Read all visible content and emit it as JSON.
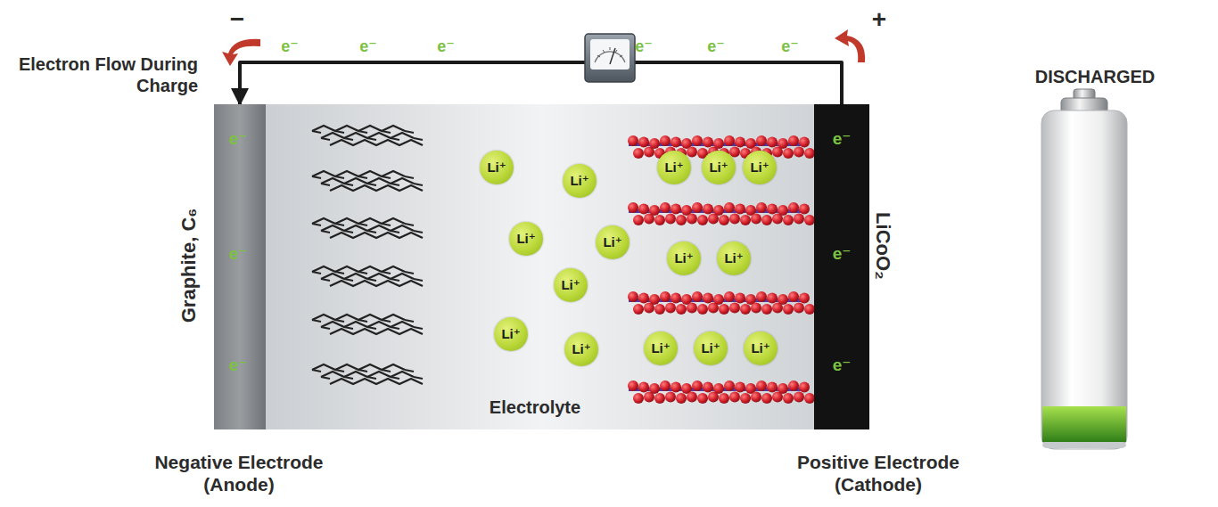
{
  "diagram": {
    "nodes": [
      {
        "text": [
          "Electrolyte"
        ]
      },
      {
        "text": [
          "e⁻",
          "e⁻",
          "e⁻"
        ],
        "in": 0
      },
      {
        "text": [
          "e⁻",
          "e⁻",
          "e⁻"
        ],
        "in": 0
      },
      {
        "text": [
          "Li⁺"
        ],
        "in": 0
      },
      {
        "text": [
          "Li⁺"
        ],
        "in": 0
      },
      {
        "text": [
          "Li⁺"
        ],
        "in": 0
      },
      {
        "text": [
          "Li⁺"
        ],
        "in": 0
      },
      {
        "text": [
          "Li⁺"
        ],
        "in": 0
      },
      {
        "text": [
          "Li⁺"
        ],
        "in": 0
      },
      {
        "text": [
          "Li⁺"
        ],
        "in": 0
      },
      {
        "text": [
          "Li⁺"
        ],
        "in": 0
      },
      {
        "text": [
          "Li⁺"
        ],
        "in": 0
      },
      {
        "text": [
          "Li⁺"
        ],
        "in": 0
      },
      {
        "text": [
          "Li⁺"
        ],
        "in": 0
      },
      {
        "text": [
          "Li⁺"
        ],
        "in": 0
      },
      {
        "text": [
          "Li⁺"
        ],
        "in": 0
      },
      {
        "text": [
          "Li⁺"
        ],
        "in": 0
      },
      {
        "text": [
          "Li⁺"
        ],
        "in": 0
      }
    ],
    "edges": [
      {
        "from": 2,
        "to": 1,
        "arrow": "to"
      }
    ],
    "labels": [
      "−",
      "+",
      "Electron Flow During Charge",
      "e⁻",
      "e⁻",
      "e⁻",
      "e⁻",
      "e⁻",
      "e⁻",
      "Graphite, C₆",
      "LiCoO₂",
      "Negative Electrode (Anode)",
      "Positive Electrode (Cathode)",
      "DISCHARGED"
    ]
  }
}
